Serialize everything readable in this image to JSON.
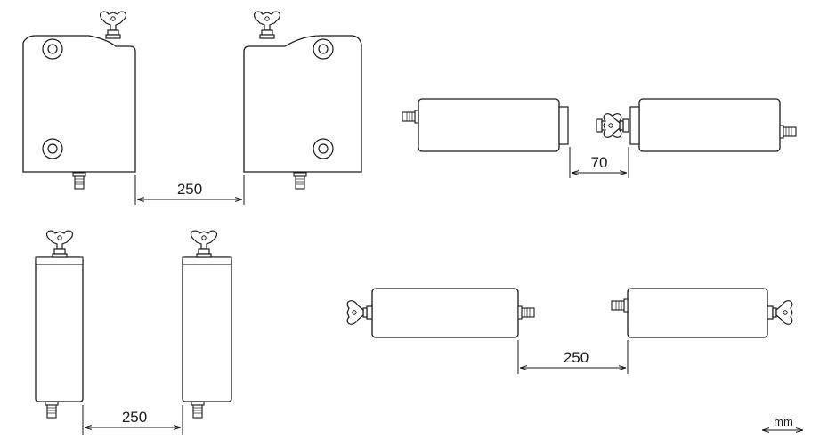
{
  "dimensions": {
    "top_left_spacing": "250",
    "top_right_spacing": "70",
    "bottom_left_spacing": "250",
    "bottom_right_spacing": "250"
  },
  "unit": "mm",
  "colors": {
    "line": "#1a1a1a",
    "fill": "#ffffff",
    "shade": "#d9d9d9"
  }
}
